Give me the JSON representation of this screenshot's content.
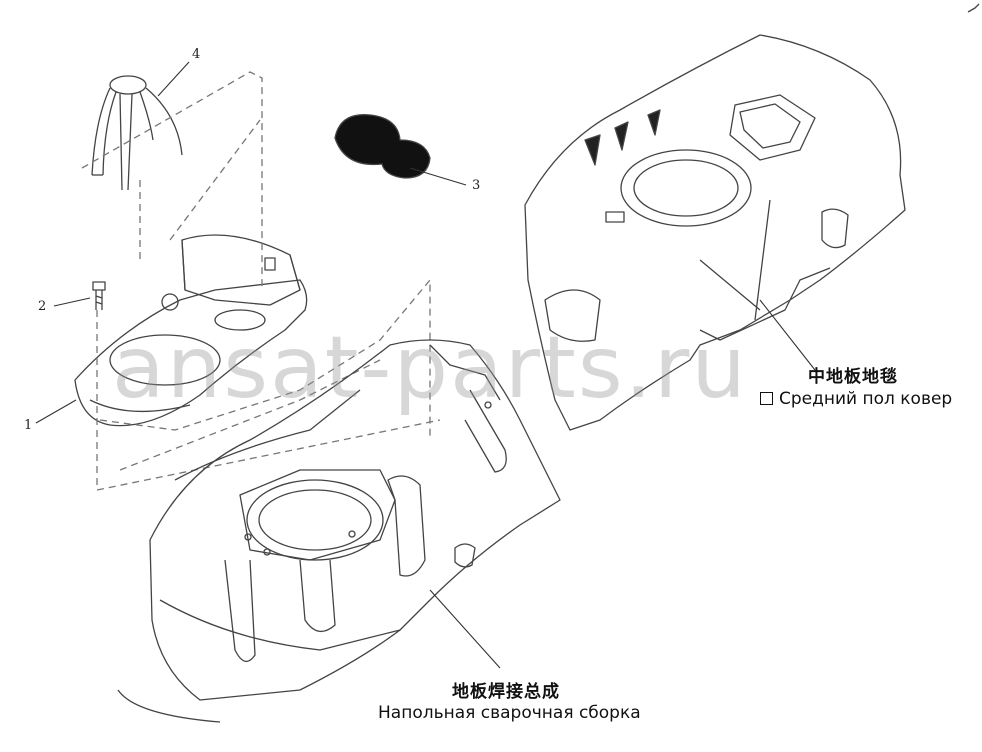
{
  "callouts": {
    "c1": "1",
    "c2": "2",
    "c3": "3",
    "c4": "4"
  },
  "labels": {
    "carpet_cn": "中地板地毯",
    "carpet_ru": "Средний пол ковер",
    "floor_cn": "地板焊接总成",
    "floor_ru": "Напольная сварочная сборка"
  },
  "watermark": "ansat-parts.ru"
}
